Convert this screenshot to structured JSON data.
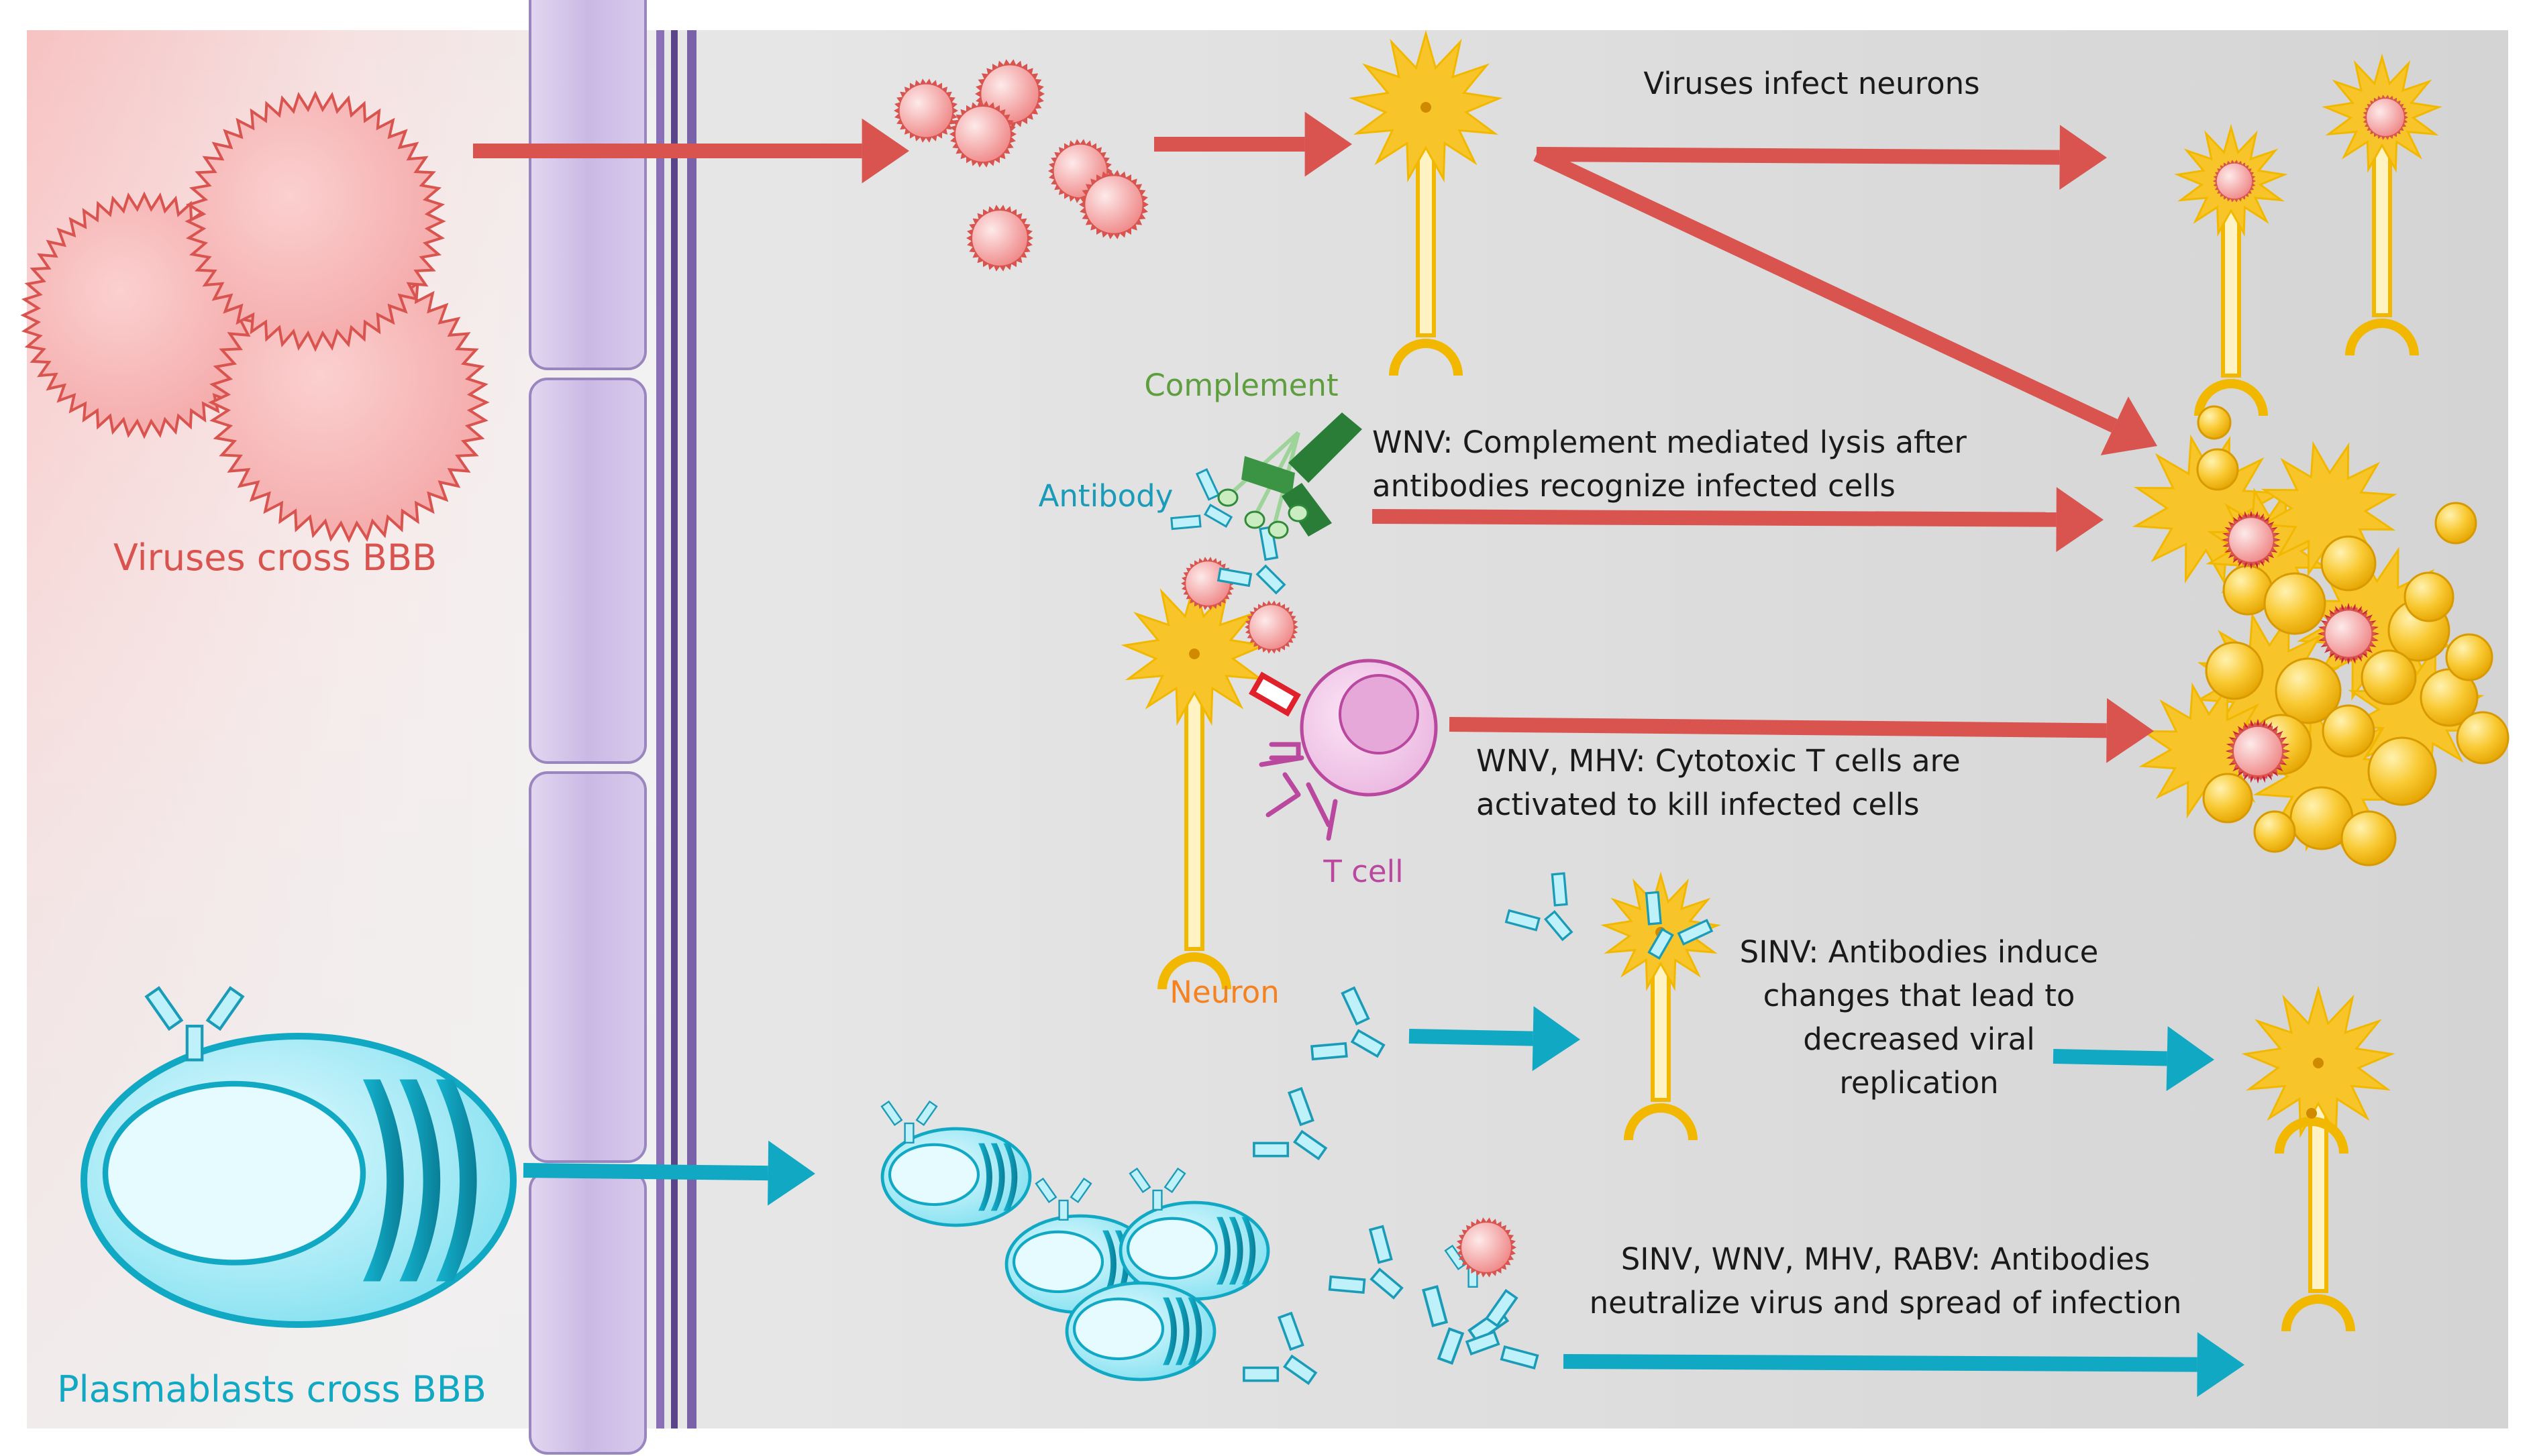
{
  "labels": {
    "viruses_cross": "Viruses cross BBB",
    "plasmablasts_cross": "Plasmablasts cross BBB",
    "complement": "Complement",
    "antibody": "Antibody",
    "t_cell": "T cell",
    "neuron": "Neuron"
  },
  "mechanisms": {
    "infect": "Viruses infect neurons",
    "complement_line1": "WNV: Complement mediated lysis after",
    "complement_line2": "antibodies recognize infected cells",
    "tcell_line1": "WNV, MHV: Cytotoxic T cells are",
    "tcell_line2": "activated to kill infected cells",
    "sinv_line1": "SINV: Antibodies induce",
    "sinv_line2": "changes that lead to",
    "sinv_line3": "decreased viral",
    "sinv_line4": "replication",
    "neut_line1": "SINV, WNV, MHV, RABV: Antibodies",
    "neut_line2": "neutralize virus and spread of infection"
  },
  "colors": {
    "virus_red": "#d9534f",
    "plasma_cyan": "#11a8c4",
    "neuron_yellow": "#f7c52a",
    "complement_green": "#2e8b3c",
    "antibody_blue": "#1a9bb8",
    "tcell_magenta": "#b9489e",
    "neuron_orange": "#f58220",
    "barrier_purple": "#b7a3d6"
  }
}
